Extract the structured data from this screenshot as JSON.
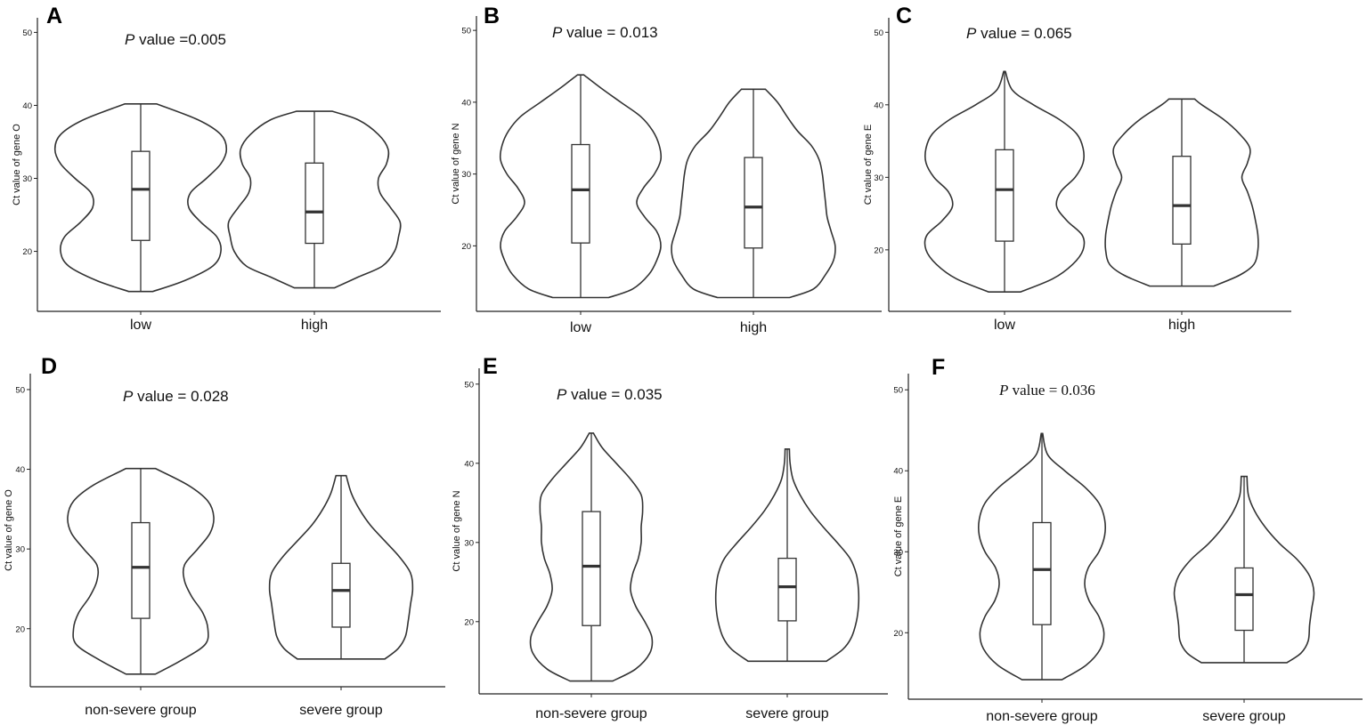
{
  "chart_data": [
    {
      "type": "violin",
      "panel_label": "A",
      "annotation": {
        "italic": "P",
        "text": " value =0.005"
      },
      "ylabel": "Ct value of gene O",
      "yticks": [
        20,
        30,
        40,
        50
      ],
      "ylim": [
        13,
        52
      ],
      "categories": [
        "low",
        "high"
      ],
      "series": [
        {
          "category": "low",
          "min": 14.5,
          "q1": 21.5,
          "median": 28.5,
          "q3": 33.7,
          "max": 40.2,
          "density": [
            [
              14.5,
              0.15
            ],
            [
              16,
              0.55
            ],
            [
              18,
              0.9
            ],
            [
              20,
              1.0
            ],
            [
              22,
              0.95
            ],
            [
              24,
              0.75
            ],
            [
              26,
              0.6
            ],
            [
              28,
              0.62
            ],
            [
              30,
              0.82
            ],
            [
              32,
              1.0
            ],
            [
              34,
              1.07
            ],
            [
              36,
              1.0
            ],
            [
              38,
              0.72
            ],
            [
              40.2,
              0.2
            ]
          ]
        },
        {
          "category": "high",
          "min": 15,
          "q1": 21.1,
          "median": 25.4,
          "q3": 32.1,
          "max": 39.2,
          "density": [
            [
              15,
              0.25
            ],
            [
              16.5,
              0.55
            ],
            [
              18,
              0.85
            ],
            [
              20,
              1.0
            ],
            [
              22,
              1.05
            ],
            [
              24,
              1.07
            ],
            [
              26,
              0.95
            ],
            [
              28,
              0.82
            ],
            [
              30,
              0.8
            ],
            [
              32,
              0.9
            ],
            [
              34,
              0.92
            ],
            [
              36,
              0.8
            ],
            [
              38,
              0.55
            ],
            [
              39.2,
              0.22
            ]
          ]
        }
      ]
    },
    {
      "type": "violin",
      "panel_label": "B",
      "annotation": {
        "italic": "P",
        "text": " value = 0.013"
      },
      "ylabel": "Ct value of gene N",
      "yticks": [
        20,
        30,
        40,
        50
      ],
      "ylim": [
        11.5,
        52
      ],
      "categories": [
        "low",
        "high"
      ],
      "series": [
        {
          "category": "low",
          "min": 12.8,
          "q1": 20.4,
          "median": 27.8,
          "q3": 34.1,
          "max": 43.8,
          "density": [
            [
              12.8,
              0.35
            ],
            [
              14,
              0.65
            ],
            [
              16,
              0.85
            ],
            [
              18,
              0.95
            ],
            [
              20,
              1.0
            ],
            [
              22,
              0.95
            ],
            [
              24,
              0.8
            ],
            [
              26,
              0.7
            ],
            [
              28,
              0.78
            ],
            [
              30,
              0.92
            ],
            [
              32,
              1.0
            ],
            [
              34,
              0.98
            ],
            [
              36,
              0.9
            ],
            [
              38,
              0.75
            ],
            [
              40,
              0.5
            ],
            [
              42,
              0.25
            ],
            [
              43.8,
              0.04
            ]
          ]
        },
        {
          "category": "high",
          "min": 12.8,
          "q1": 19.7,
          "median": 25.4,
          "q3": 32.3,
          "max": 41.8,
          "density": [
            [
              12.8,
              0.45
            ],
            [
              14,
              0.75
            ],
            [
              16,
              0.9
            ],
            [
              18,
              1.0
            ],
            [
              20,
              1.02
            ],
            [
              22,
              0.97
            ],
            [
              24,
              0.92
            ],
            [
              26,
              0.9
            ],
            [
              28,
              0.88
            ],
            [
              30,
              0.86
            ],
            [
              32,
              0.82
            ],
            [
              34,
              0.72
            ],
            [
              36,
              0.55
            ],
            [
              38,
              0.42
            ],
            [
              40,
              0.3
            ],
            [
              41.8,
              0.15
            ]
          ]
        }
      ]
    },
    {
      "type": "violin",
      "panel_label": "C",
      "annotation": {
        "italic": "P",
        "text": " value = 0.065"
      },
      "ylabel": "Ct value of gene E",
      "yticks": [
        20,
        30,
        40,
        50
      ],
      "ylim": [
        12.5,
        52
      ],
      "categories": [
        "low",
        "high"
      ],
      "series": [
        {
          "category": "low",
          "min": 14.2,
          "q1": 21.2,
          "median": 28.3,
          "q3": 33.8,
          "max": 44.6,
          "density": [
            [
              14.2,
              0.2
            ],
            [
              16,
              0.6
            ],
            [
              18,
              0.85
            ],
            [
              20,
              0.98
            ],
            [
              22,
              0.97
            ],
            [
              24,
              0.78
            ],
            [
              26,
              0.65
            ],
            [
              28,
              0.7
            ],
            [
              30,
              0.88
            ],
            [
              32,
              0.98
            ],
            [
              34,
              0.98
            ],
            [
              36,
              0.9
            ],
            [
              38,
              0.68
            ],
            [
              40,
              0.36
            ],
            [
              42,
              0.1
            ],
            [
              44.6,
              0.01
            ]
          ]
        },
        {
          "category": "high",
          "min": 15,
          "q1": 20.8,
          "median": 26.1,
          "q3": 32.9,
          "max": 40.8,
          "density": [
            [
              15,
              0.4
            ],
            [
              16.5,
              0.72
            ],
            [
              18,
              0.9
            ],
            [
              20,
              0.95
            ],
            [
              22,
              0.95
            ],
            [
              24,
              0.92
            ],
            [
              26,
              0.88
            ],
            [
              28,
              0.82
            ],
            [
              30,
              0.75
            ],
            [
              32,
              0.82
            ],
            [
              34,
              0.85
            ],
            [
              36,
              0.72
            ],
            [
              38,
              0.52
            ],
            [
              40,
              0.25
            ],
            [
              40.8,
              0.16
            ]
          ]
        }
      ]
    },
    {
      "type": "violin",
      "panel_label": "D",
      "annotation": {
        "italic": "P",
        "text": " value = 0.028"
      },
      "ylabel": "Ct value of gene O",
      "yticks": [
        20,
        30,
        40,
        50
      ],
      "ylim": [
        13.5,
        52
      ],
      "categories": [
        "non-severe group",
        "severe group"
      ],
      "series": [
        {
          "category": "non-severe group",
          "min": 14.3,
          "q1": 21.3,
          "median": 27.7,
          "q3": 33.3,
          "max": 40.1,
          "density": [
            [
              14.3,
              0.2
            ],
            [
              16,
              0.55
            ],
            [
              18,
              0.88
            ],
            [
              20,
              0.92
            ],
            [
              22,
              0.85
            ],
            [
              24,
              0.7
            ],
            [
              26,
              0.6
            ],
            [
              28,
              0.6
            ],
            [
              30,
              0.78
            ],
            [
              32,
              0.95
            ],
            [
              34,
              1.0
            ],
            [
              36,
              0.92
            ],
            [
              38,
              0.65
            ],
            [
              40.1,
              0.2
            ]
          ]
        },
        {
          "category": "severe group",
          "min": 16.2,
          "q1": 20.2,
          "median": 24.8,
          "q3": 28.2,
          "max": 39.2,
          "density": [
            [
              16.2,
              0.6
            ],
            [
              17.5,
              0.78
            ],
            [
              19,
              0.88
            ],
            [
              21,
              0.92
            ],
            [
              23,
              0.95
            ],
            [
              25,
              0.98
            ],
            [
              27,
              0.95
            ],
            [
              29,
              0.8
            ],
            [
              31,
              0.6
            ],
            [
              33,
              0.4
            ],
            [
              35,
              0.25
            ],
            [
              37,
              0.14
            ],
            [
              39.2,
              0.07
            ]
          ]
        }
      ]
    },
    {
      "type": "violin",
      "panel_label": "E",
      "annotation": {
        "italic": "P",
        "text": " value = 0.035"
      },
      "ylabel": "Ct value of gene N",
      "yticks": [
        20,
        30,
        40,
        50
      ],
      "ylim": [
        12,
        52
      ],
      "categories": [
        "non-severe group",
        "severe group"
      ],
      "series": [
        {
          "category": "non-severe group",
          "min": 12.5,
          "q1": 19.5,
          "median": 27,
          "q3": 33.9,
          "max": 43.8,
          "density": [
            [
              12.5,
              0.3
            ],
            [
              14,
              0.62
            ],
            [
              16,
              0.82
            ],
            [
              18,
              0.85
            ],
            [
              20,
              0.75
            ],
            [
              22,
              0.62
            ],
            [
              24,
              0.55
            ],
            [
              26,
              0.58
            ],
            [
              28,
              0.66
            ],
            [
              30,
              0.7
            ],
            [
              32,
              0.7
            ],
            [
              34,
              0.72
            ],
            [
              36,
              0.7
            ],
            [
              38,
              0.55
            ],
            [
              40,
              0.35
            ],
            [
              42,
              0.15
            ],
            [
              43.8,
              0.03
            ]
          ]
        },
        {
          "category": "severe group",
          "min": 15,
          "q1": 20.1,
          "median": 24.4,
          "q3": 28,
          "max": 41.8,
          "density": [
            [
              15,
              0.55
            ],
            [
              16.5,
              0.78
            ],
            [
              18,
              0.9
            ],
            [
              20,
              0.97
            ],
            [
              22,
              1.0
            ],
            [
              24,
              1.0
            ],
            [
              26,
              0.97
            ],
            [
              28,
              0.88
            ],
            [
              30,
              0.7
            ],
            [
              32,
              0.5
            ],
            [
              34,
              0.32
            ],
            [
              36,
              0.18
            ],
            [
              38,
              0.08
            ],
            [
              40,
              0.04
            ],
            [
              41.8,
              0.03
            ]
          ]
        }
      ]
    },
    {
      "type": "violin",
      "panel_label": "F",
      "annotation": {
        "italic": "P",
        "text": " value = 0.036"
      },
      "ylabel": "Ct value of gene E",
      "yticks": [
        20,
        30,
        40,
        50
      ],
      "ylim": [
        13,
        52
      ],
      "categories": [
        "non-severe group",
        "severe group"
      ],
      "series": [
        {
          "category": "non-severe group",
          "min": 14.2,
          "q1": 21,
          "median": 27.8,
          "q3": 33.6,
          "max": 44.6,
          "density": [
            [
              14.2,
              0.28
            ],
            [
              16,
              0.62
            ],
            [
              18,
              0.82
            ],
            [
              20,
              0.87
            ],
            [
              22,
              0.8
            ],
            [
              24,
              0.66
            ],
            [
              26,
              0.6
            ],
            [
              28,
              0.65
            ],
            [
              30,
              0.8
            ],
            [
              32,
              0.88
            ],
            [
              34,
              0.88
            ],
            [
              36,
              0.8
            ],
            [
              38,
              0.6
            ],
            [
              40,
              0.32
            ],
            [
              42,
              0.08
            ],
            [
              44.6,
              0.01
            ]
          ]
        },
        {
          "category": "severe group",
          "min": 16.3,
          "q1": 20.3,
          "median": 24.7,
          "q3": 28,
          "max": 39.3,
          "density": [
            [
              16.3,
              0.6
            ],
            [
              17.5,
              0.8
            ],
            [
              19,
              0.9
            ],
            [
              21,
              0.92
            ],
            [
              23,
              0.95
            ],
            [
              25,
              0.98
            ],
            [
              27,
              0.92
            ],
            [
              29,
              0.75
            ],
            [
              31,
              0.5
            ],
            [
              33,
              0.3
            ],
            [
              35,
              0.15
            ],
            [
              37,
              0.06
            ],
            [
              39.3,
              0.04
            ]
          ]
        }
      ]
    }
  ]
}
